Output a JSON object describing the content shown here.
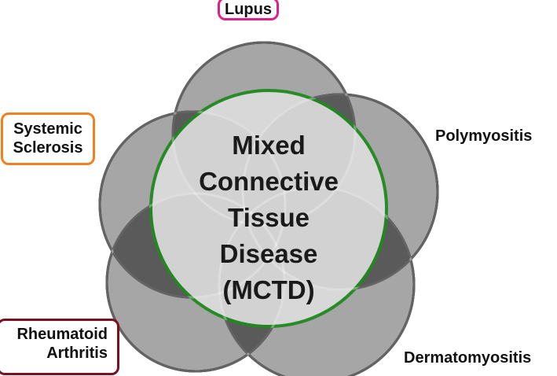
{
  "center": {
    "lines": [
      "Mixed",
      "Connective",
      "Tissue",
      "Disease",
      "(MCTD)"
    ],
    "border_color": "#1f8a1f"
  },
  "diseases": [
    {
      "id": "lupus",
      "label_lines": [
        "Lupus"
      ],
      "boxed": true,
      "border_color": "#e0208a"
    },
    {
      "id": "polymyositis",
      "label_lines": [
        "Polymyositis"
      ],
      "boxed": false
    },
    {
      "id": "dermatomyositis",
      "label_lines": [
        "Dermatomyositis"
      ],
      "boxed": false
    },
    {
      "id": "rheumatoid-arthritis",
      "label_lines": [
        "Rheumatoid",
        "Arthritis"
      ],
      "boxed": true,
      "border_color": "#7a1020"
    },
    {
      "id": "systemic-sclerosis",
      "label_lines": [
        "Systemic",
        "Sclerosis"
      ],
      "boxed": true,
      "border_color": "#f08020"
    }
  ],
  "colors": {
    "outer_circle_fill": "#a6a6a6",
    "overlap_fill": "#5a5a5a",
    "center_fill": "#dcdcdc",
    "stroke": "#111111"
  }
}
